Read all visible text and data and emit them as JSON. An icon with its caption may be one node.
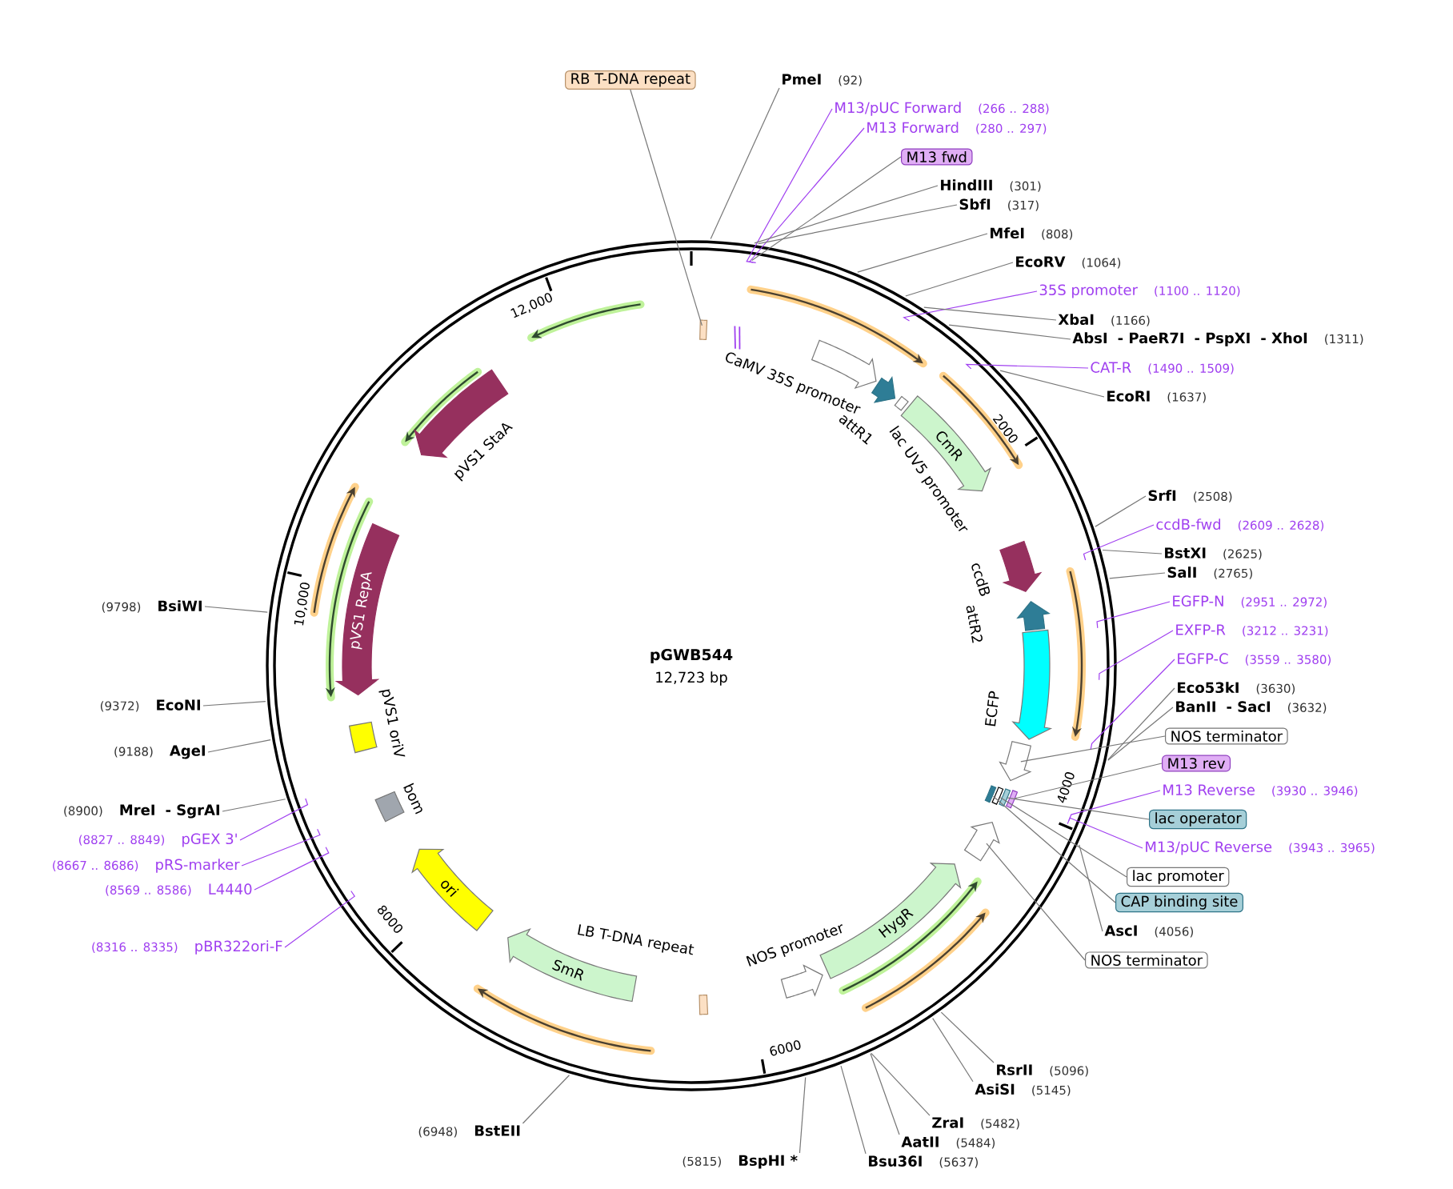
{
  "diagram": {
    "title": "pGWB544",
    "nodes": [
      {
        "text": [
          "RB T-DNA repeat"
        ]
      },
      {
        "text": [
          "PmeI",
          "(92)"
        ]
      },
      {
        "text": [
          "M13/pUC Forward",
          "(266 .. 288)"
        ]
      },
      {
        "text": [
          "M13 Forward",
          "(280 .. 297)"
        ]
      },
      {
        "text": [
          "M13 fwd"
        ]
      },
      {
        "text": [
          "HindIII",
          "(301)"
        ]
      },
      {
        "text": [
          "SbfI",
          "(317)"
        ]
      },
      {
        "text": [
          "MfeI",
          "(808)"
        ]
      },
      {
        "text": [
          "EcoRV",
          "(1064)"
        ]
      },
      {
        "text": [
          "35S promoter",
          "(1100 .. 1120)"
        ]
      },
      {
        "text": [
          "XbaI",
          "(1166)"
        ]
      },
      {
        "text": [
          "AbsI",
          "- PaeR7I",
          "- PspXI",
          "- XhoI",
          "(1311)"
        ]
      },
      {
        "text": [
          "CAT-R",
          "(1490 .. 1509)"
        ]
      },
      {
        "text": [
          "EcoRI",
          "(1637)"
        ]
      },
      {
        "text": [
          "SrfI",
          "(2508)"
        ]
      },
      {
        "text": [
          "ccdB-fwd",
          "(2609 .. 2628)"
        ]
      },
      {
        "text": [
          "BstXI",
          "(2625)"
        ]
      },
      {
        "text": [
          "SalI",
          "(2765)"
        ]
      },
      {
        "text": [
          "EGFP-N",
          "(2951 .. 2972)"
        ]
      },
      {
        "text": [
          "EXFP-R",
          "(3212 .. 3231)"
        ]
      },
      {
        "text": [
          "EGFP-C",
          "(3559 .. 3580)"
        ]
      },
      {
        "text": [
          "Eco53kI",
          "(3630)"
        ]
      },
      {
        "text": [
          "BanII",
          "- SacI",
          "(3632)"
        ]
      },
      {
        "text": [
          "NOS terminator"
        ]
      },
      {
        "text": [
          "M13 rev"
        ]
      },
      {
        "text": [
          "M13 Reverse",
          "(3930 .. 3946)"
        ]
      },
      {
        "text": [
          "lac operator"
        ]
      },
      {
        "text": [
          "M13/pUC Reverse",
          "(3943 .. 3965)"
        ]
      },
      {
        "text": [
          "lac promoter"
        ]
      },
      {
        "text": [
          "CAP binding site"
        ]
      },
      {
        "text": [
          "AscI",
          "(4056)"
        ]
      },
      {
        "text": [
          "NOS terminator"
        ]
      },
      {
        "text": [
          "RsrII",
          "(5096)"
        ]
      },
      {
        "text": [
          "AsiSI",
          "(5145)"
        ]
      },
      {
        "text": [
          "ZraI",
          "(5482)"
        ]
      },
      {
        "text": [
          "AatII",
          "(5484)"
        ]
      },
      {
        "text": [
          "Bsu36I",
          "(5637)"
        ]
      },
      {
        "text": [
          "(5815)",
          "BspHI *"
        ]
      },
      {
        "text": [
          "(6948)",
          "BstEII"
        ]
      },
      {
        "text": [
          "(8316 .. 8335)",
          "pBR322ori-F"
        ]
      },
      {
        "text": [
          "(8569 .. 8586)",
          "L4440"
        ]
      },
      {
        "text": [
          "(8667 .. 8686)",
          "pRS-marker"
        ]
      },
      {
        "text": [
          "(8827 .. 8849)",
          "pGEX 3'"
        ]
      },
      {
        "text": [
          "(8900)",
          "MreI",
          "- SgrAI"
        ]
      },
      {
        "text": [
          "(9188)",
          "AgeI"
        ]
      },
      {
        "text": [
          "(9372)",
          "EcoNI"
        ]
      },
      {
        "text": [
          "(9798)",
          "BsiWI"
        ]
      },
      {
        "text": [],
        "shape": "box"
      },
      {
        "text": [],
        "shape": "arrow",
        "beside": [
          "CaMV 35S promoter"
        ]
      },
      {
        "text": [],
        "shape": "arrow",
        "beside": [
          "attR1"
        ]
      },
      {
        "text": [],
        "shape": "box"
      },
      {
        "text": [
          "CmR"
        ]
      },
      {
        "text": [],
        "shape": "arrow",
        "beside": [
          "ccdB"
        ]
      },
      {
        "text": [],
        "shape": "arrow"
      },
      {
        "text": [],
        "shape": "arrow",
        "beside": [
          "ECFP"
        ]
      },
      {
        "text": [],
        "shape": "arrow"
      },
      {
        "text": [],
        "shape": "arrow"
      },
      {
        "text": [
          "HygR"
        ]
      },
      {
        "text": [],
        "shape": "arrow",
        "beside": [
          "NOS promoter"
        ]
      },
      {
        "text": [],
        "shape": "box"
      },
      {
        "text": [
          "SmR"
        ]
      },
      {
        "text": [
          "ori"
        ]
      },
      {
        "text": [],
        "shape": "box",
        "beside": [
          "bom"
        ]
      },
      {
        "text": [],
        "shape": "box",
        "beside": [
          "pVS1 oriV"
        ]
      },
      {
        "text": [
          "pVS1 RepA"
        ]
      },
      {
        "text": [],
        "shape": "arrow",
        "beside": [
          "pVS1 StaA"
        ]
      },
      {
        "text": [],
        "shape": "bar"
      },
      {
        "text": [],
        "shape": "bar"
      },
      {
        "text": [],
        "shape": "bar"
      },
      {
        "text": [],
        "shape": "bar"
      }
    ],
    "edges": [
      {
        "from": 0,
        "to": 47,
        "arrow": "none"
      },
      {
        "from": 1,
        "to": null,
        "arrow": "none"
      },
      {
        "from": 2,
        "to": null,
        "arrow": "none",
        "color": "#a040f0"
      },
      {
        "from": 3,
        "to": null,
        "arrow": "none",
        "color": "#a040f0"
      },
      {
        "from": 4,
        "to": null,
        "arrow": "none"
      },
      {
        "from": 5,
        "to": null,
        "arrow": "none"
      },
      {
        "from": 6,
        "to": null,
        "arrow": "none"
      },
      {
        "from": 7,
        "to": null,
        "arrow": "none"
      },
      {
        "from": 8,
        "to": null,
        "arrow": "none"
      },
      {
        "from": 9,
        "to": null,
        "arrow": "none",
        "color": "#a040f0"
      },
      {
        "from": 10,
        "to": null,
        "arrow": "none"
      },
      {
        "from": 11,
        "to": null,
        "arrow": "none"
      },
      {
        "from": 12,
        "to": null,
        "arrow": "none",
        "color": "#a040f0"
      },
      {
        "from": 13,
        "to": null,
        "arrow": "none"
      },
      {
        "from": 14,
        "to": null,
        "arrow": "none"
      },
      {
        "from": 15,
        "to": null,
        "arrow": "none",
        "color": "#a040f0"
      },
      {
        "from": 16,
        "to": null,
        "arrow": "none"
      },
      {
        "from": 17,
        "to": null,
        "arrow": "none"
      },
      {
        "from": 18,
        "to": null,
        "arrow": "none",
        "color": "#a040f0"
      },
      {
        "from": 19,
        "to": null,
        "arrow": "none",
        "color": "#a040f0"
      },
      {
        "from": 20,
        "to": null,
        "arrow": "none",
        "color": "#a040f0"
      },
      {
        "from": 21,
        "to": null,
        "arrow": "none"
      },
      {
        "from": 22,
        "to": null,
        "arrow": "none"
      },
      {
        "from": 23,
        "to": 55,
        "arrow": "none"
      },
      {
        "from": 24,
        "to": 66,
        "arrow": "none"
      },
      {
        "from": 25,
        "to": null,
        "arrow": "none",
        "color": "#a040f0"
      },
      {
        "from": 26,
        "to": 67,
        "arrow": "none"
      },
      {
        "from": 27,
        "to": null,
        "arrow": "none",
        "color": "#a040f0"
      },
      {
        "from": 28,
        "to": 68,
        "arrow": "none"
      },
      {
        "from": 29,
        "to": 69,
        "arrow": "none"
      },
      {
        "from": 30,
        "to": null,
        "arrow": "none"
      },
      {
        "from": 31,
        "to": 56,
        "arrow": "none"
      },
      {
        "from": 32,
        "to": null,
        "arrow": "none"
      },
      {
        "from": 33,
        "to": null,
        "arrow": "none"
      },
      {
        "from": 34,
        "to": null,
        "arrow": "none"
      },
      {
        "from": 35,
        "to": null,
        "arrow": "none"
      },
      {
        "from": 36,
        "to": null,
        "arrow": "none"
      },
      {
        "from": 37,
        "to": null,
        "arrow": "none"
      },
      {
        "from": 38,
        "to": null,
        "arrow": "none"
      },
      {
        "from": 39,
        "to": null,
        "arrow": "none",
        "color": "#a040f0"
      },
      {
        "from": 40,
        "to": null,
        "arrow": "none",
        "color": "#a040f0"
      },
      {
        "from": 41,
        "to": null,
        "arrow": "none",
        "color": "#a040f0"
      },
      {
        "from": 42,
        "to": null,
        "arrow": "none",
        "color": "#a040f0"
      },
      {
        "from": 43,
        "to": null,
        "arrow": "none"
      },
      {
        "from": 44,
        "to": null,
        "arrow": "none"
      },
      {
        "from": 45,
        "to": null,
        "arrow": "none"
      },
      {
        "from": 46,
        "to": null,
        "arrow": "none"
      }
    ],
    "labels": [
      "12,723 bp",
      "2000",
      "4000",
      "6000",
      "8000",
      "10,000",
      "12,000",
      "lac UV5 promoter",
      "attR2",
      "LB T-DNA repeat"
    ]
  }
}
